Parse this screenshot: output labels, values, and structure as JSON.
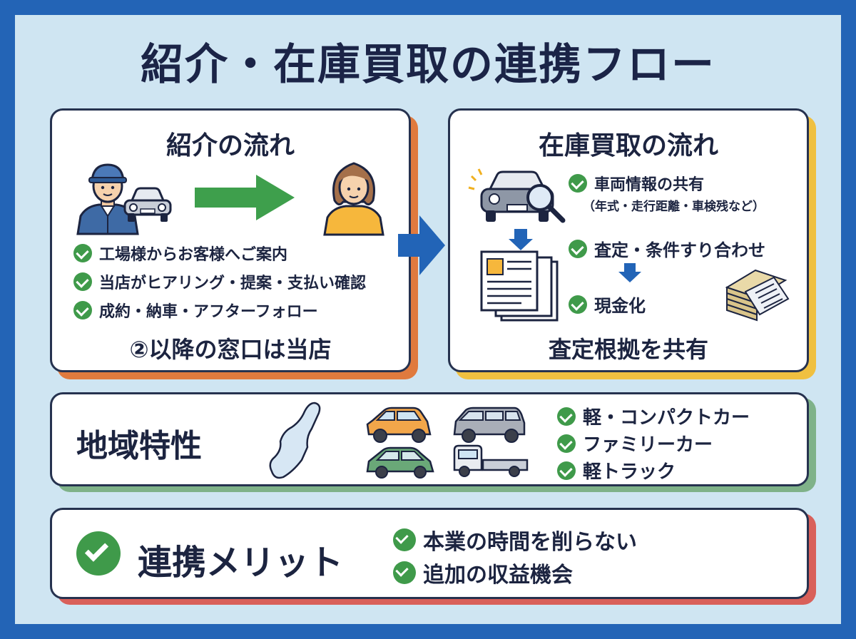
{
  "title": "紹介・在庫買取の連携フロー",
  "intro": {
    "heading": "紹介の流れ",
    "items": [
      "工場様からお客様へご案内",
      "当店がヒアリング・提案・支払い確認",
      "成約・納車・アフターフォロー"
    ],
    "footer": "②以降の窓口は当店"
  },
  "stock": {
    "heading": "在庫買取の流れ",
    "item1": "車両情報の共有",
    "item1_sub": "（年式・走行距離・車検残など）",
    "item2": "査定・条件すり合わせ",
    "item3": "現金化",
    "footer": "査定根拠を共有"
  },
  "region": {
    "heading": "地域特性",
    "items": [
      "軽・コンパクトカー",
      "ファミリーカー",
      "軽トラック"
    ]
  },
  "merit": {
    "heading": "連携メリット",
    "items": [
      "本業の時間を削らない",
      "追加の収益機会"
    ]
  },
  "colors": {
    "background": "#2364b6",
    "panel": "#cfe5f2",
    "check_green": "#3f9a4a",
    "arrow_green": "#3e9f4c",
    "arrow_blue": "#2264b7",
    "intro_accent": "#e07a3e",
    "stock_accent": "#f0c040",
    "region_accent": "#7fb289",
    "merit_accent": "#d9605a"
  },
  "icons": [
    "mechanic-icon",
    "car-icon",
    "arrow-right-icon",
    "customer-icon",
    "car-inspect-icon",
    "magnifier-icon",
    "documents-icon",
    "cash-icon",
    "map-icon",
    "compact-car-icon",
    "family-car-icon",
    "green-car-icon",
    "kei-truck-icon",
    "check-icon"
  ]
}
